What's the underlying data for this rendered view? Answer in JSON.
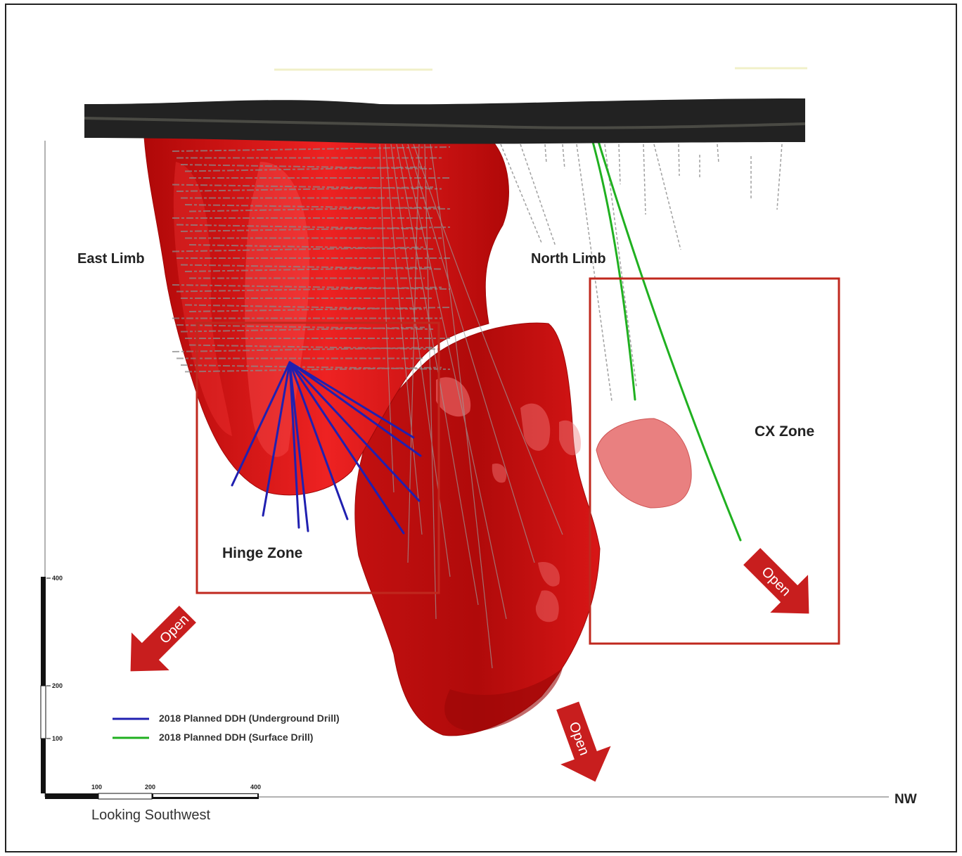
{
  "labels": {
    "east_limb": "East Limb",
    "north_limb": "North Limb",
    "hinge_zone": "Hinge Zone",
    "cx_zone": "CX Zone",
    "direction": "NW",
    "view": "Looking Southwest"
  },
  "open_arrows": [
    "Open",
    "Open",
    "Open"
  ],
  "legend": [
    {
      "label": "2018 Planned DDH (Underground Drill)",
      "color": "#2020b0"
    },
    {
      "label": "2018 Planned DDH (Surface Drill)",
      "color": "#20b020"
    }
  ],
  "scale": {
    "vertical_ticks": [
      "400",
      "200",
      "100"
    ],
    "horizontal_ticks": [
      "100",
      "200",
      "400"
    ]
  },
  "colors": {
    "orebody": "#d41010",
    "zone_box": "#c0281e",
    "surface": "#222222",
    "open_arrow": "#c81e1e"
  }
}
